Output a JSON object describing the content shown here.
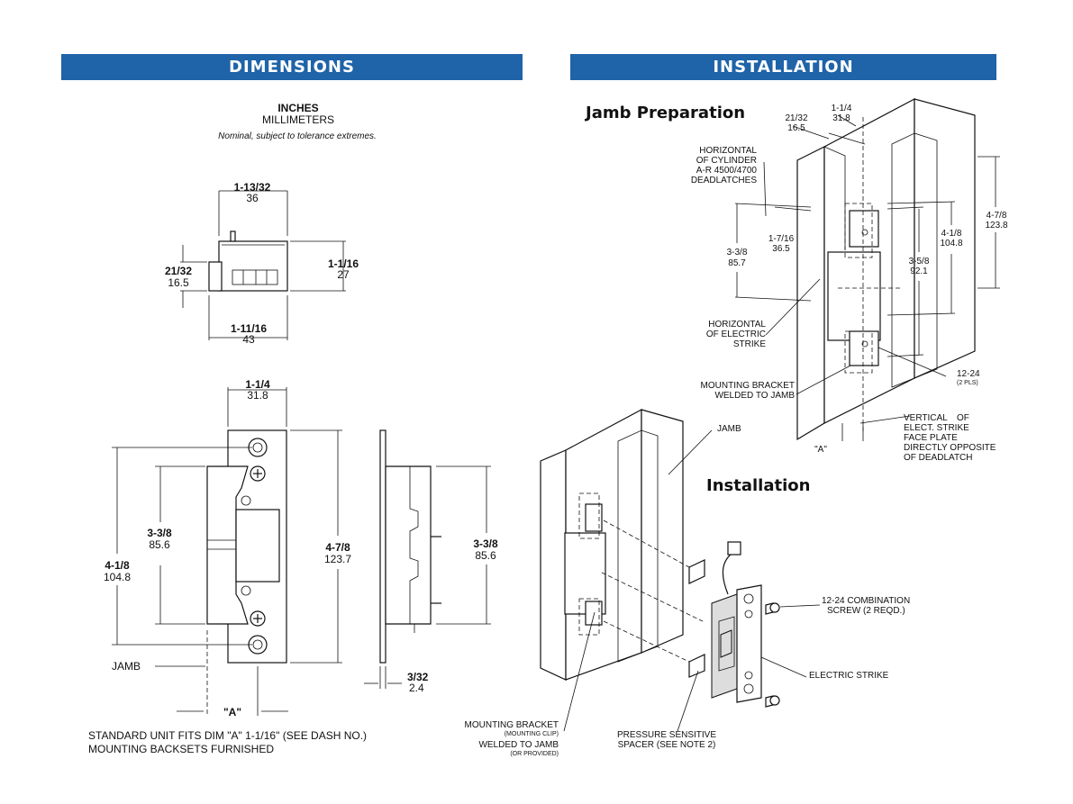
{
  "banners": {
    "dimensions": "DIMENSIONS",
    "installation": "INSTALLATION"
  },
  "units": {
    "primary": "INCHES",
    "secondary": "MILLIMETERS",
    "note": "Nominal, subject to tolerance extremes."
  },
  "top_view": {
    "width": "1-13/32",
    "width_mm": "36",
    "left_h": "21/32",
    "left_h_mm": "16.5",
    "right_h": "1-1/16",
    "right_h_mm": "27",
    "base": "1-11/16",
    "base_mm": "43"
  },
  "front_view": {
    "width": "1-1/4",
    "width_mm": "31.8",
    "inner": "3-3/8",
    "inner_mm": "85.6",
    "outer_left": "4-1/8",
    "outer_left_mm": "104.8",
    "height": "4-7/8",
    "height_mm": "123.7",
    "jamb": "JAMB",
    "a": "\"A\""
  },
  "side_view": {
    "height": "3-3/8",
    "height_mm": "85.6",
    "thick": "3/32",
    "thick_mm": "2.4"
  },
  "footnote": {
    "line1": "STANDARD UNIT FITS DIM \"A\" 1-1/16\" (SEE DASH NO.)",
    "line2": "MOUNTING BACKSETS FURNISHED"
  },
  "jamb_prep": {
    "heading": "Jamb Preparation",
    "d1": "21/32",
    "d1_mm": "16.5",
    "d2": "1-1/4",
    "d2_mm": "31.8",
    "cyl1": "HORIZONTAL",
    "cyl2": "OF CYLINDER",
    "cyl3": "A-R 4500/4700",
    "cyl4": "DEADLATCHES",
    "d3": "1-7/16",
    "d3_mm": "36.5",
    "d4": "3-3/8",
    "d4_mm": "85.7",
    "d5": "3-5/8",
    "d5_mm": "92.1",
    "d6": "4-1/8",
    "d6_mm": "104.8",
    "d7": "4-7/8",
    "d7_mm": "123.8",
    "hes1": "HORIZONTAL",
    "hes2": "OF ELECTRIC",
    "hes3": "STRIKE",
    "mb1": "MOUNTING BRACKET",
    "mb2": "WELDED TO JAMB",
    "screw": "12-24",
    "screw_sub": "(2 PLS)",
    "v1": "VERTICAL",
    "v2": "OF",
    "v3": "ELECT. STRIKE",
    "v4": "FACE PLATE",
    "v5": "DIRECTLY OPPOSITE",
    "v6": "OF DEADLATCH",
    "a": "\"A\""
  },
  "install": {
    "heading": "Installation",
    "jamb": "JAMB",
    "combo1": "12-24 COMBINATION",
    "combo2": "SCREW (2 REQD.)",
    "strike": "ELECTRIC STRIKE",
    "mb1": "MOUNTING BRACKET",
    "mb2": "(MOUNTING CLIP)",
    "mb3": "WELDED TO JAMB",
    "mb4": "(OR PROVIDED)",
    "ps1": "PRESSURE SENSITIVE",
    "ps2": "SPACER (SEE NOTE 2)"
  },
  "colors": {
    "banner": "#1f63a8"
  }
}
